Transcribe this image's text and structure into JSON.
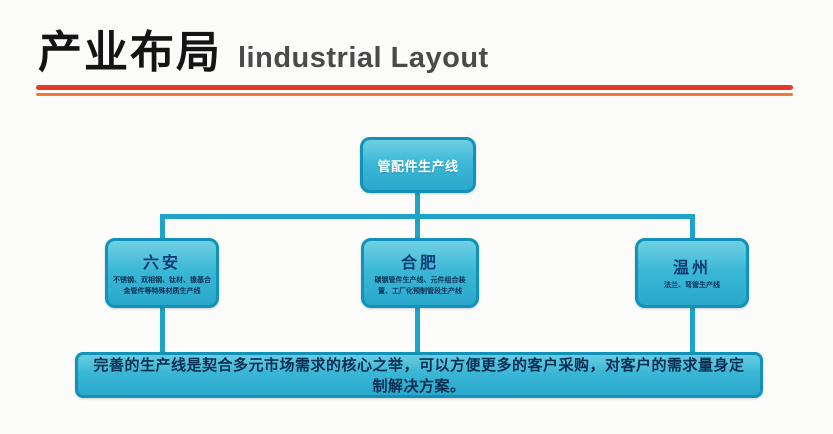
{
  "page": {
    "title_cn": "产业布局",
    "title_en": "lindustrial Layout"
  },
  "colors": {
    "box_fill": "#3cb8d6",
    "box_border": "#1292b8",
    "connector": "#1fa3c6",
    "divider_red": "#e23c28",
    "divider_orange": "#ee7a3c",
    "root_text": "#ffffff",
    "branch_title_text": "#0e3a75",
    "footer_text": "#0a2d52",
    "background": "#fbfbfa"
  },
  "diagram": {
    "root": {
      "label": "管配件生产线"
    },
    "branches": [
      {
        "name": "六安",
        "desc": "不锈钢、双相钢、钛材、镍基合金管件等特殊材质生产线"
      },
      {
        "name": "合肥",
        "desc": "碳钢管件生产线、元件组合装置、工厂化预制管段生产线"
      },
      {
        "name": "温州",
        "desc": "法兰、弯管生产线"
      }
    ]
  },
  "footer": {
    "text": "完善的生产线是契合多元市场需求的核心之举，可以方便更多的客户采购，对客户的需求量身定制解决方案。"
  }
}
